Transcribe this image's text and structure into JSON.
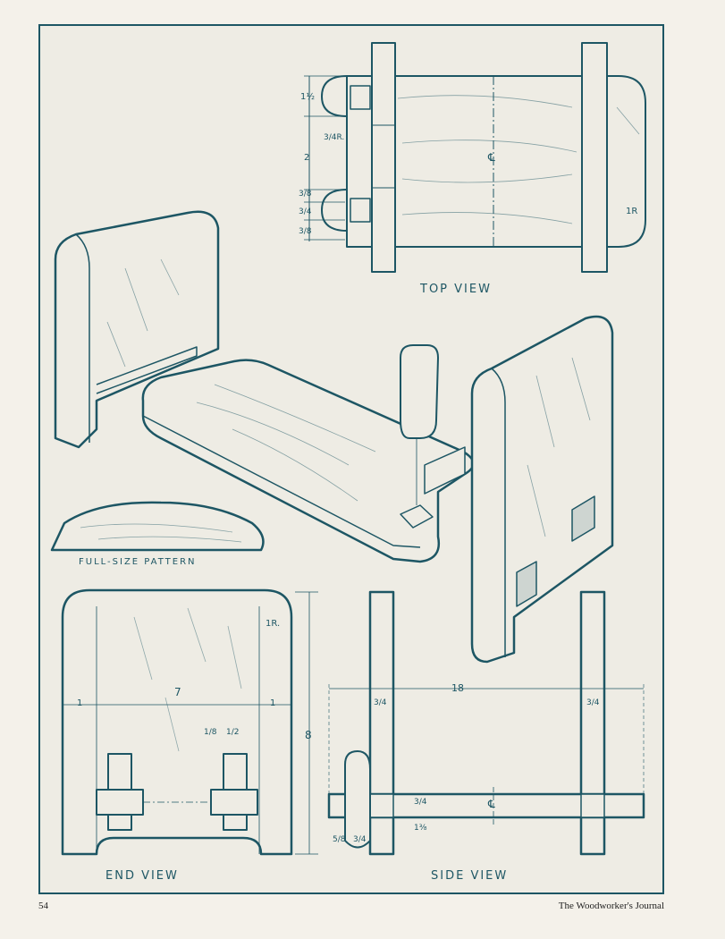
{
  "views": {
    "top": "TOP VIEW",
    "pattern": "FULL-SIZE PATTERN",
    "end": "END VIEW",
    "side": "SIDE VIEW"
  },
  "dimensions": {
    "top_1_half": "1½",
    "top_3_4R": "3/4R.",
    "top_2": "2",
    "top_3_8_a": "3/8",
    "top_3_4": "3/4",
    "top_3_8_b": "3/8",
    "top_1R": "1R",
    "end_7": "7",
    "end_1_left": "1",
    "end_1_right": "1",
    "end_1_8": "1/8",
    "end_1_2": "1/2",
    "end_1R": "1R.",
    "end_8": "8",
    "side_18": "18",
    "side_3_4_left": "3/4",
    "side_3_4_right": "3/4",
    "side_3_4_mid": "3/4",
    "side_1_3_8": "1⅜",
    "side_5_8": "5/8",
    "side_3_4_bottom": "3/4",
    "side_center": "℄",
    "top_center": "℄"
  },
  "footer": {
    "page_number": "54",
    "publication": "The Woodworker's Journal"
  },
  "colors": {
    "ink": "#1d5664",
    "paper": "#eeece4"
  }
}
